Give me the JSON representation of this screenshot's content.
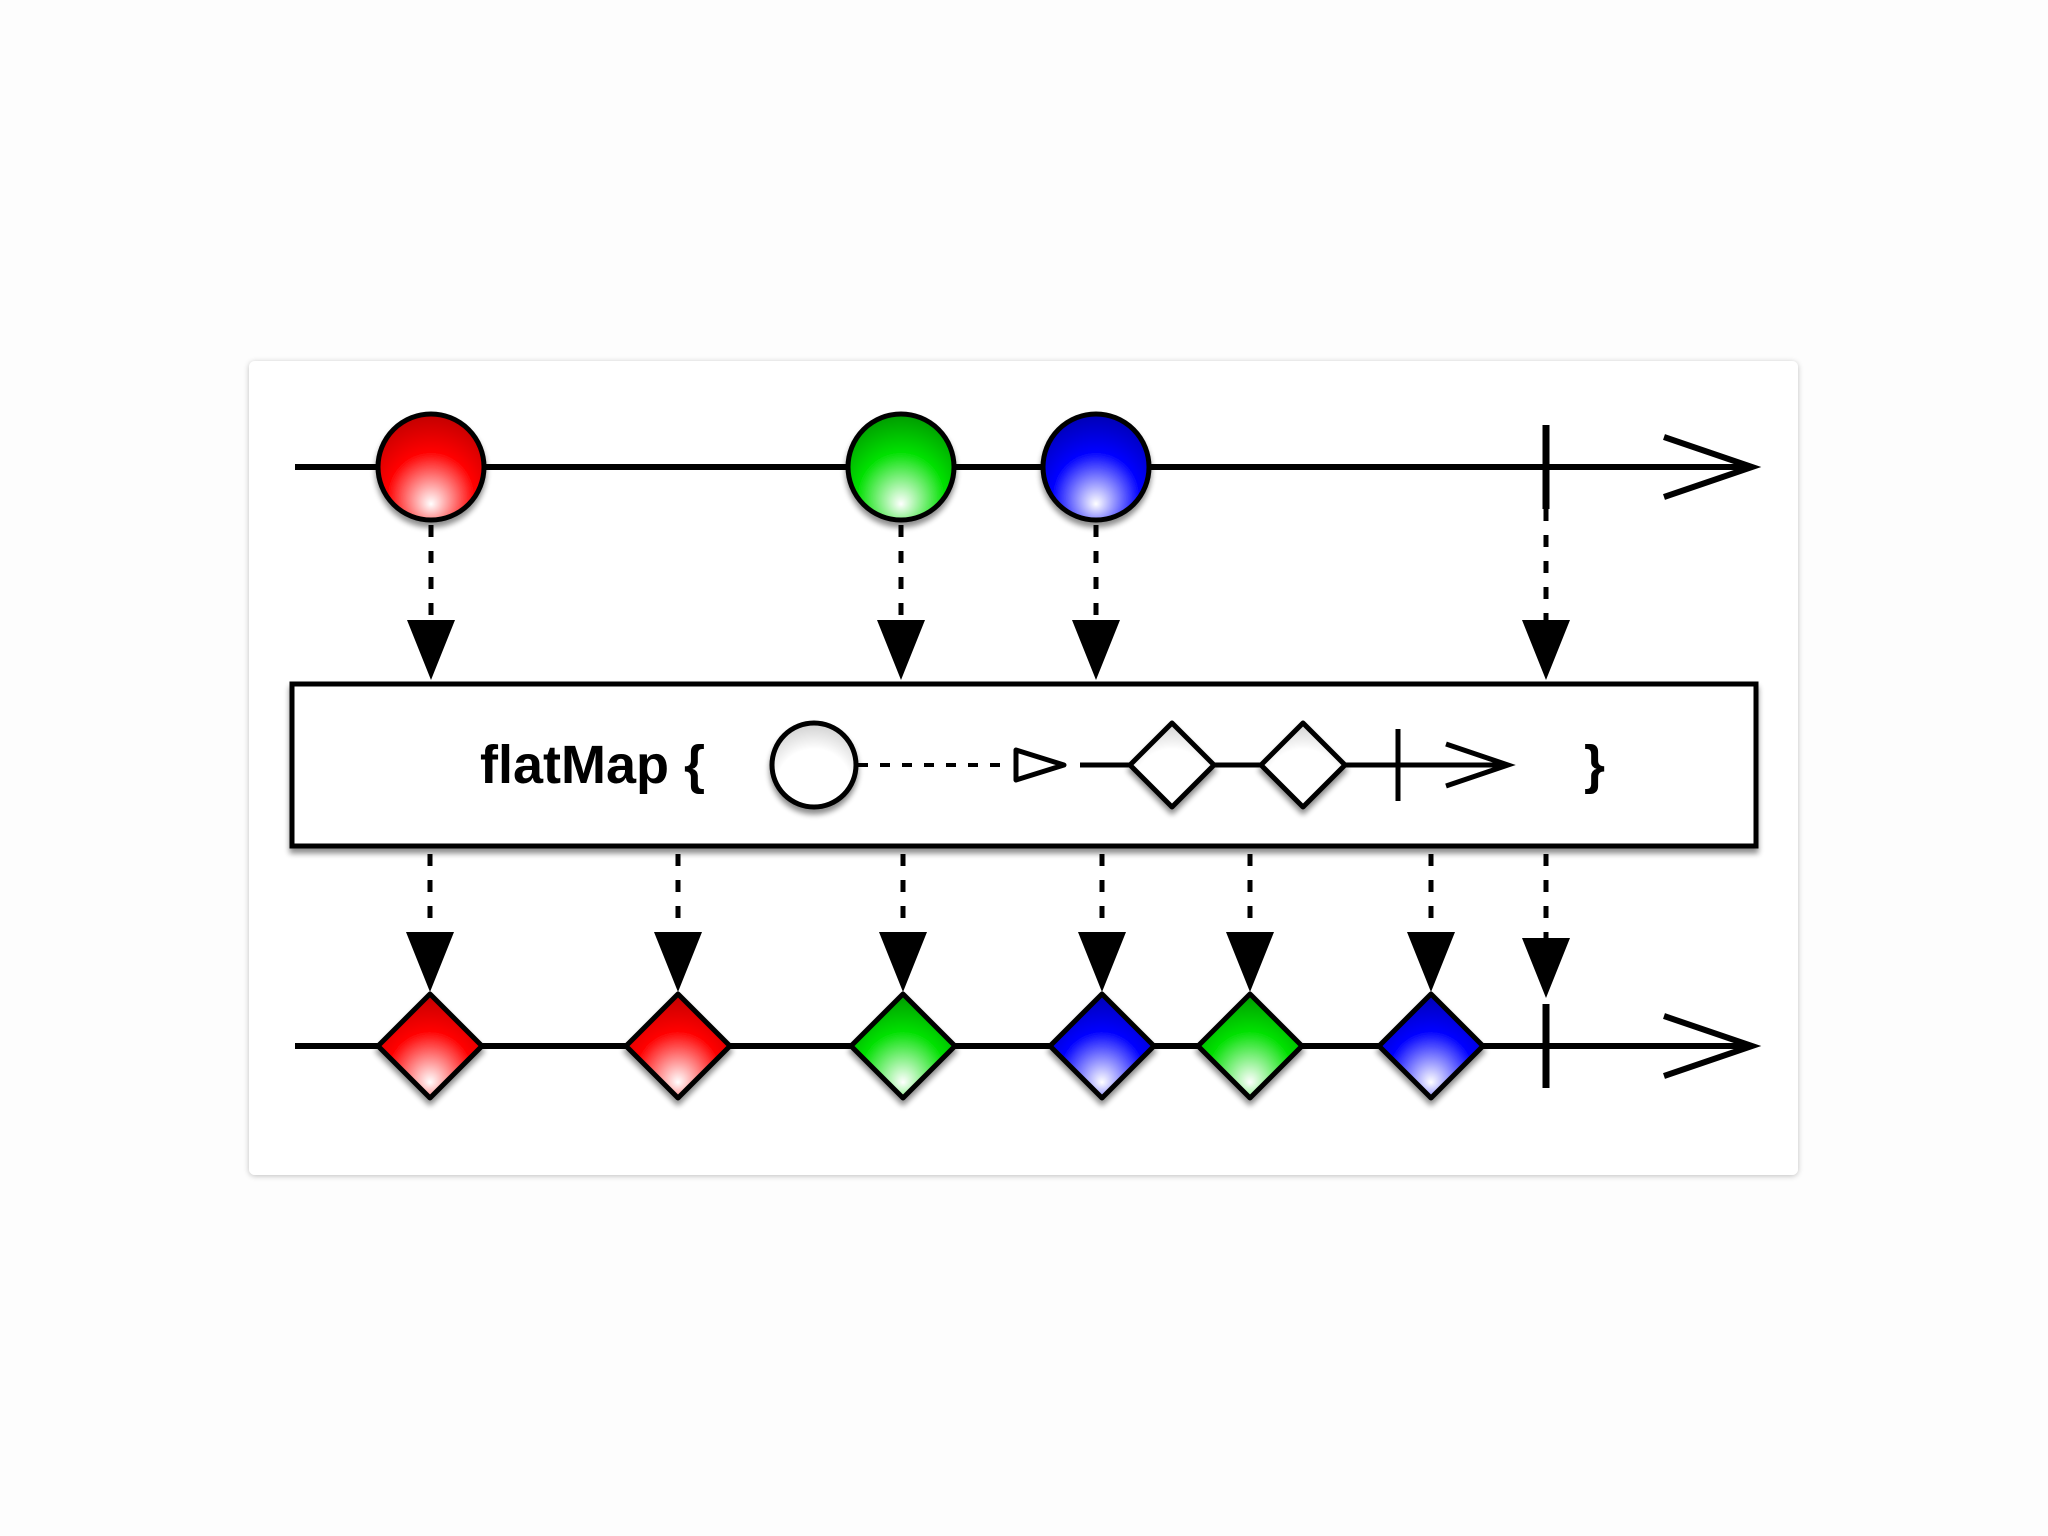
{
  "operator": {
    "label": "flatMap {",
    "close_brace": "}"
  },
  "colors": {
    "red": "#ff0000",
    "green": "#00e000",
    "blue": "#0000ff",
    "white": "#ffffff",
    "line": "#000000",
    "card": "#ffffff"
  },
  "input_stream": {
    "items": [
      {
        "shape": "circle",
        "color": "red"
      },
      {
        "shape": "circle",
        "color": "green"
      },
      {
        "shape": "circle",
        "color": "blue"
      }
    ],
    "completes": true
  },
  "inner_example": {
    "source": {
      "shape": "circle",
      "color": "white"
    },
    "outputs": [
      {
        "shape": "diamond",
        "color": "white"
      },
      {
        "shape": "diamond",
        "color": "white"
      }
    ],
    "completes": true
  },
  "output_stream": {
    "items": [
      {
        "shape": "diamond",
        "color": "red"
      },
      {
        "shape": "diamond",
        "color": "red"
      },
      {
        "shape": "diamond",
        "color": "green"
      },
      {
        "shape": "diamond",
        "color": "blue"
      },
      {
        "shape": "diamond",
        "color": "green"
      },
      {
        "shape": "diamond",
        "color": "blue"
      }
    ],
    "completes": true
  }
}
